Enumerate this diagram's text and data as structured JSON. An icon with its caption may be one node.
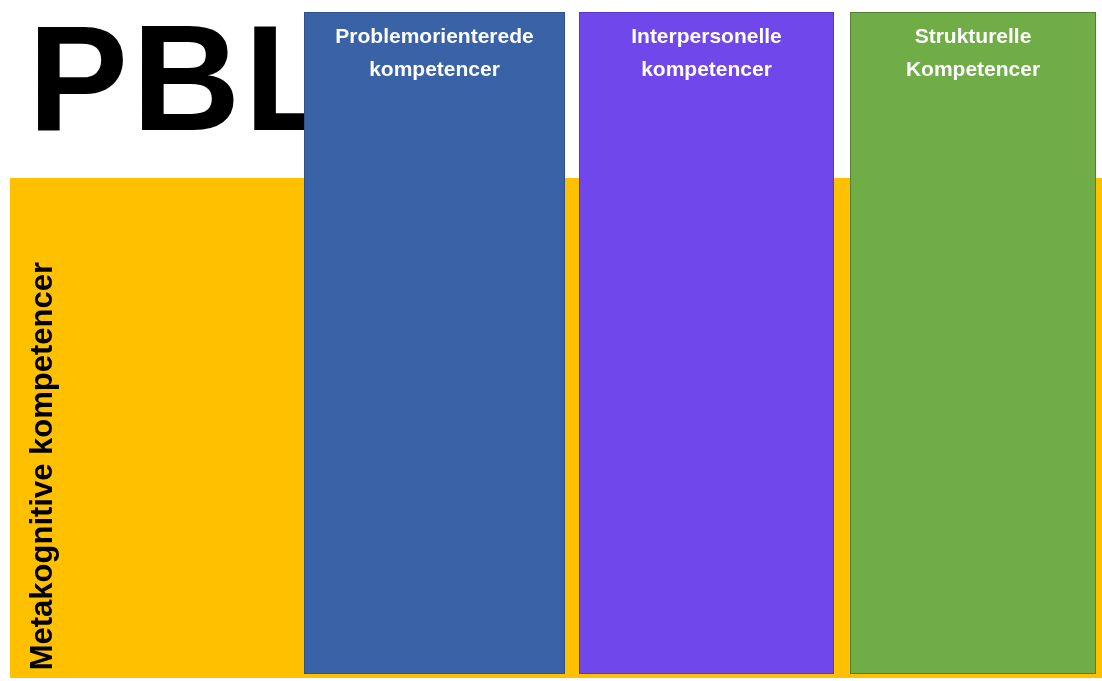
{
  "diagram": {
    "title": "PBL",
    "nodes": [
      {
        "text": [
          "Metakognitive kompetencer"
        ]
      },
      {
        "text": [
          "Problemorienterede kompetencer"
        ]
      },
      {
        "text": [
          "Interpersonelle kompetencer"
        ]
      },
      {
        "text": [
          "Strukturelle Kompetencer"
        ]
      }
    ],
    "edges": []
  }
}
